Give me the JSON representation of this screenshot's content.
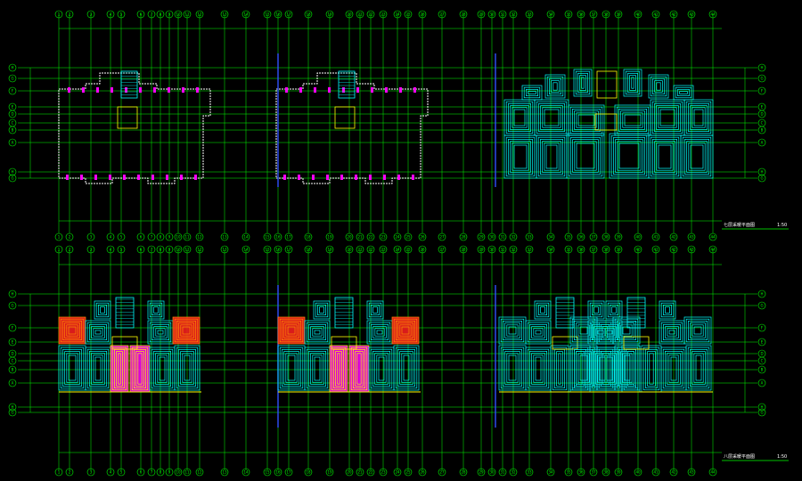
{
  "colors": {
    "background": "#000000",
    "grid": "#00ff00",
    "wall": "#ffffff",
    "column": "#ff00ff",
    "heating_cyan": "#00ffff",
    "heating_blue": "#2040ff",
    "heating_magenta": "#ff00ff",
    "heating_red": "#ff2020",
    "heating_orange": "#ff8c00",
    "heating_yellow": "#ffff00",
    "divider": "#3050ff"
  },
  "plans": [
    {
      "title": "七层采暖平面图",
      "scale": "1:50"
    },
    {
      "title": "八层采暖平面图",
      "scale": "1:50"
    }
  ],
  "axis_labels": {
    "top": [
      "1",
      "2",
      "3",
      "4",
      "5",
      "6",
      "7",
      "8",
      "9",
      "10",
      "11",
      "12",
      "13",
      "14",
      "15",
      "16",
      "17",
      "18",
      "19",
      "20",
      "21",
      "22",
      "23",
      "24",
      "25",
      "26",
      "27",
      "28",
      "29",
      "30",
      "31",
      "32",
      "33",
      "34",
      "35",
      "36",
      "37",
      "38",
      "39",
      "40",
      "41",
      "42",
      "43",
      "44",
      "45",
      "46",
      "47",
      "48"
    ],
    "left": [
      "H",
      "G",
      "F",
      "E",
      "D",
      "C",
      "B",
      "A"
    ]
  }
}
